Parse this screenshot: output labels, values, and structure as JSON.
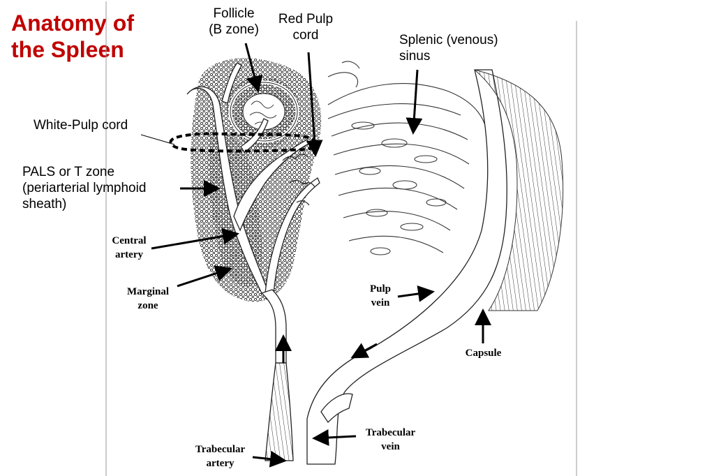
{
  "title": "Anatomy of the Spleen",
  "labels": {
    "follicle": [
      "Follicle",
      "(B zone)"
    ],
    "red_pulp_cord": [
      "Red Pulp",
      "cord"
    ],
    "splenic_sinus": [
      "Splenic (venous)",
      "sinus"
    ],
    "white_pulp_cord": "White-Pulp cord",
    "pals": [
      "PALS or T zone",
      "(periarterial lymphoid",
      "sheath)"
    ],
    "central_artery": [
      "Central",
      "artery"
    ],
    "marginal_zone": [
      "Marginal",
      "zone"
    ],
    "pulp_vein": [
      "Pulp",
      "vein"
    ],
    "capsule": "Capsule",
    "trabecular_vein": [
      "Trabecular",
      "vein"
    ],
    "trabecular_artery": [
      "Trabecular",
      "artery"
    ]
  },
  "colors": {
    "title": "#c00000",
    "ink": "#000000",
    "paper": "#ffffff"
  }
}
